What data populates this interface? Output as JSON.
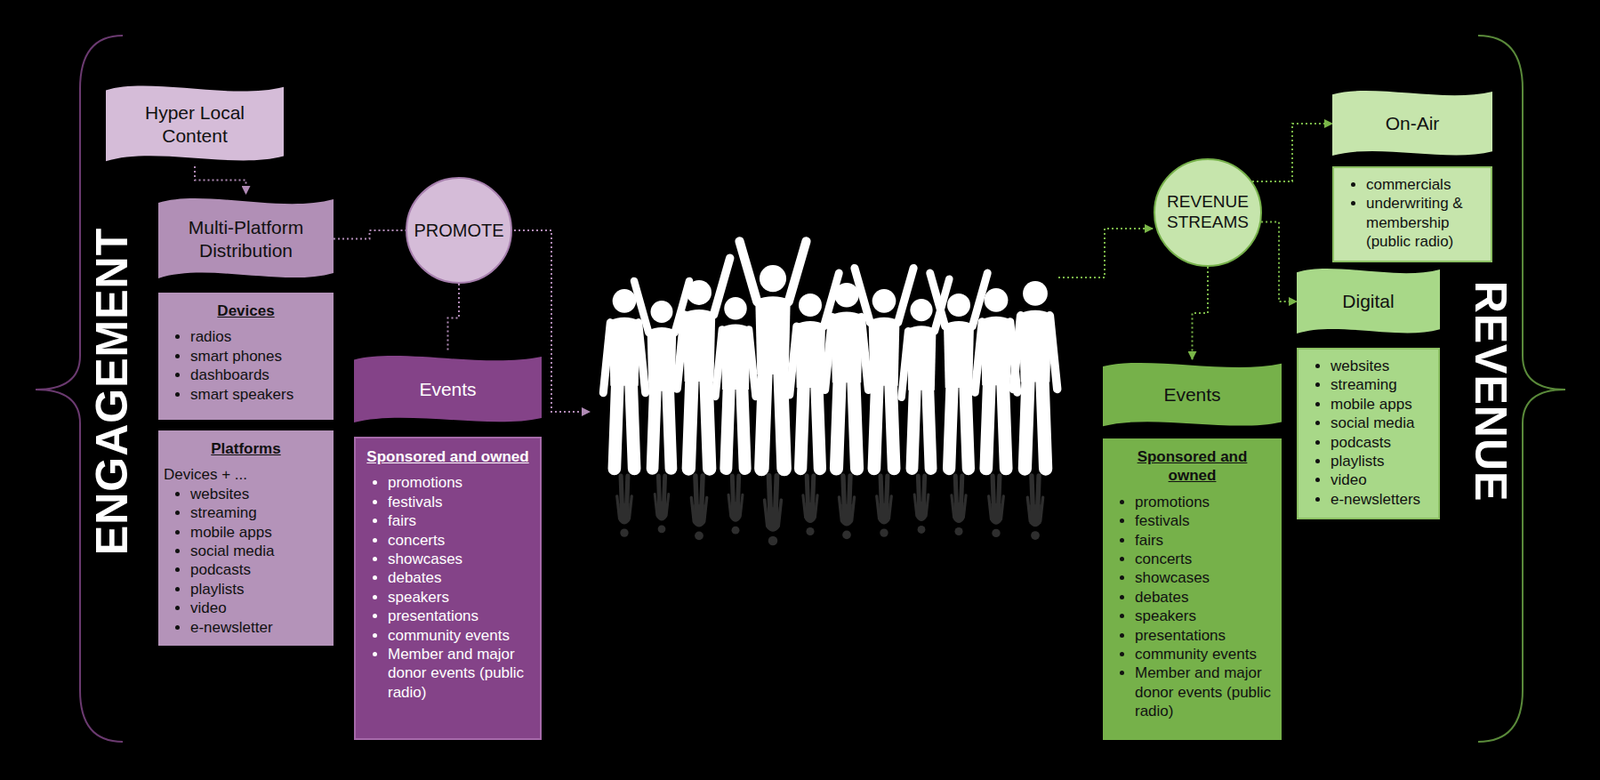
{
  "diagram": {
    "nodes": [
      {
        "text": [
          "Hyper Local Content"
        ]
      },
      {
        "text": [
          "Multi-Platform Distribution"
        ]
      },
      {
        "text": [
          "Devices",
          "radios",
          "smart phones",
          "dashboards",
          "smart speakers"
        ]
      },
      {
        "text": [
          "Platforms",
          "Devices + ...",
          "websites",
          "streaming",
          "mobile apps",
          "social media",
          "podcasts",
          "playlists",
          "video",
          "e-newsletter"
        ]
      },
      {
        "text": [
          "PROMOTE"
        ]
      },
      {
        "text": [
          "Events"
        ]
      },
      {
        "text": [
          "Sponsored and owned",
          "promotions",
          "festivals",
          "fairs",
          "concerts",
          "showcases",
          "debates",
          "speakers",
          "presentations",
          "community events",
          "Member and major donor events (public radio)"
        ]
      },
      {
        "text": [
          "REVENUE STREAMS"
        ]
      },
      {
        "text": [
          "On-Air"
        ]
      },
      {
        "text": [
          "commercials",
          "underwriting & membership (public radio)"
        ]
      },
      {
        "text": [
          "Digital"
        ]
      },
      {
        "text": [
          "websites",
          "streaming",
          "mobile apps",
          "social media",
          "podcasts",
          "playlists",
          "video",
          "e-newsletters"
        ]
      },
      {
        "text": [
          "Events"
        ]
      },
      {
        "text": [
          "Sponsored and owned",
          "promotions",
          "festivals",
          "fairs",
          "concerts",
          "showcases",
          "debates",
          "speakers",
          "presentations",
          "community events",
          "Member and major donor events (public radio)"
        ]
      }
    ],
    "edges": [
      {
        "from": 0,
        "to": 1,
        "arrow": "to"
      },
      {
        "from": 1,
        "to": 4,
        "arrow": "none"
      },
      {
        "from": 4,
        "to": 5,
        "arrow": "none"
      },
      {
        "from": 7,
        "to": 8,
        "arrow": "to"
      },
      {
        "from": 7,
        "to": 10,
        "arrow": "to"
      },
      {
        "from": 7,
        "to": 12,
        "arrow": "to"
      }
    ],
    "labels": [
      "ENGAGEMENT",
      "REVENUE"
    ]
  }
}
